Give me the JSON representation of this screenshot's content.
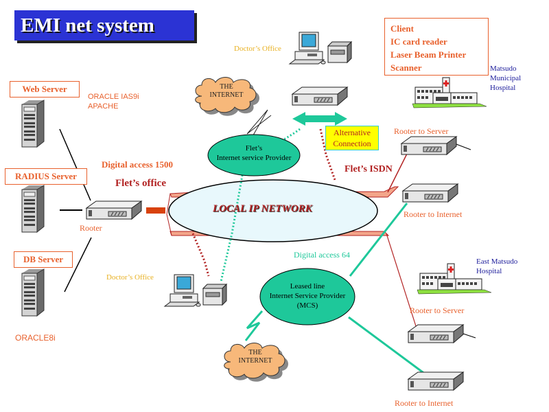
{
  "title": "EMI net system",
  "client_box": {
    "lines": [
      "Client",
      "IC card reader",
      "Laser Beam  Printer",
      "Scanner"
    ]
  },
  "servers": {
    "web": {
      "label": "Web   Server",
      "software": [
        "ORACLE  IAS9i",
        "APACHE"
      ]
    },
    "radius": {
      "label": "RADIUS Server"
    },
    "db": {
      "label": "DB Server",
      "software": "ORACLE8i"
    }
  },
  "rooter_label": "Rooter",
  "digital_access_1500": "Digital access 1500",
  "flets_office": "Flet’s office",
  "local_network": "LOCAL IP NETWORK",
  "flets_isp": {
    "line1": "Flet’s",
    "line2": "Internet service Provider"
  },
  "internet_top": {
    "line1": "THE",
    "line2": "INTERNET"
  },
  "internet_bottom": {
    "line1": "THE",
    "line2": "INTERNET"
  },
  "doctors_office_top": "Doctor’s Office",
  "doctors_office_bottom": "Doctor’s Office",
  "alternative_connection": {
    "line1": "Alternative",
    "line2": "Connection"
  },
  "flets_isdn": "Flet’s ISDN",
  "digital_access_64": "Digital access 64",
  "leased_isp": {
    "line1": "Leased line",
    "line2": "Internet Service Provider",
    "line3": "(MCS)"
  },
  "matsudo_hospital": {
    "lines": [
      "Matsudo",
      "Municipal",
      "Hospital"
    ],
    "rooter_server": "Rooter to Server",
    "rooter_internet": "Rooter to Internet"
  },
  "east_matsudo_hospital": {
    "lines": [
      "East Matsudo",
      "Hospital"
    ],
    "rooter_server": "Rooter to Server",
    "rooter_internet": "Rooter to Internet"
  },
  "colors": {
    "title_bg": "#2b33d4",
    "label_orange": "#e8602c",
    "network_red": "#b22222",
    "teal": "#1ec89a",
    "cloud": "#f7b87a",
    "ellipse_network": "#e8f8fc",
    "alt_yellow": "#ffff00"
  }
}
